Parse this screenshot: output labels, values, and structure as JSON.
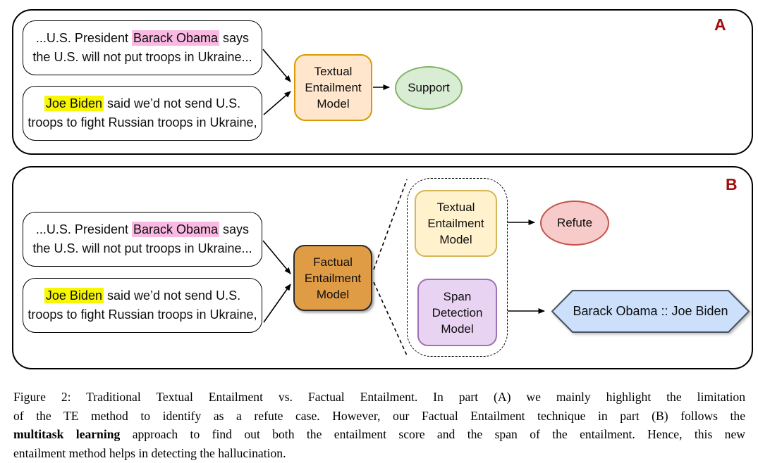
{
  "colors": {
    "panel_border": "#000000",
    "panel_label_red": "#a50d0d",
    "textual_entailment_a_fill": "#ffe6cc",
    "textual_entailment_a_border": "#d79b00",
    "support_fill": "#d9ecd4",
    "support_border": "#82b366",
    "factual_entailment_fill": "#e09c45",
    "factual_entailment_border": "#2b2b2b",
    "textual_entailment_b_fill": "#fff2cc",
    "textual_entailment_b_border": "#d6b656",
    "span_detection_fill": "#e9d3f2",
    "span_detection_border": "#a16fb5",
    "refute_fill": "#f6cbc9",
    "refute_border": "#c4534c",
    "hexagon_fill": "#cce0fb",
    "hexagon_border": "#49545f",
    "highlight_pink": "#f9b9e3",
    "highlight_yellow": "#f7f700"
  },
  "statements": {
    "premise": {
      "line1_pre": "...U.S. President ",
      "line1_highlight": "Barack Obama",
      "line1_post": " says",
      "line2": "the U.S. will not put troops in Ukraine..."
    },
    "hypothesis": {
      "line1_highlight": "Joe Biden",
      "line1_post": " said we’d not send U.S.",
      "line2": "troops to fight Russian troops in Ukraine,"
    }
  },
  "panel_a": {
    "label": "A",
    "model_label": "Textual Entailment Model",
    "output_label": "Support"
  },
  "panel_b": {
    "label": "B",
    "model_label": "Factual Entailment Model",
    "submodel_te_label": "Textual Entailment Model",
    "submodel_span_label": "Span Detection Model",
    "refute_label": "Refute",
    "span_output_label": "Barack Obama :: Joe Biden"
  },
  "caption": {
    "lines": [
      {
        "pre": "Figure 2: Traditional Textual Entailment vs. Factual Entailment. In part (A) we mainly highlight the limitation",
        "bold": "",
        "post": ""
      },
      {
        "pre": "of the TE method to identify as a refute case. However, our Factual Entailment technique in part (B) follows the",
        "bold": "",
        "post": ""
      },
      {
        "pre": "",
        "bold": "multitask learning",
        "post": " approach to find out both the entailment score and the span of the entailment. Hence, this new"
      },
      {
        "pre": "entailment method helps in detecting the hallucination.",
        "bold": "",
        "post": ""
      }
    ]
  }
}
